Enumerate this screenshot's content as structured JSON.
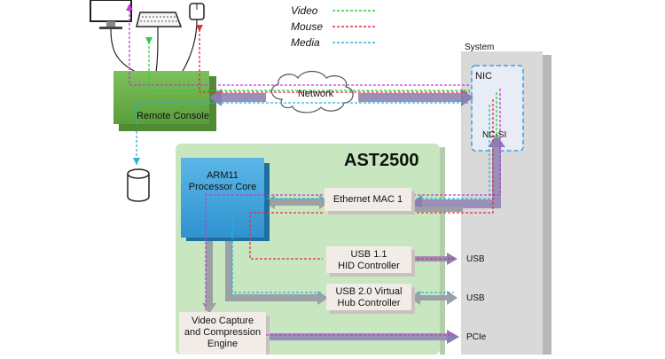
{
  "legend": [
    {
      "label": "Video",
      "color": "#2ecc40"
    },
    {
      "label": "Mouse",
      "color": "#e0303a"
    },
    {
      "label": "Media",
      "color": "#26b5d9"
    }
  ],
  "labels": {
    "system": "System",
    "nic": "NIC",
    "ncsi": "NC-SI",
    "network": "Network",
    "remote_console": "Remote Console",
    "chip": "AST2500",
    "cpu": "ARM11\nProcessor Core",
    "eth_mac": "Ethernet MAC 1",
    "usb11": "USB 1.1\nHID Controller",
    "usb20": "USB 2.0 Virtual\nHub Controller",
    "video_engine": "Video Capture\nand Compression\nEngine",
    "port_usb1": "USB",
    "port_usb2": "USB",
    "port_pcie": "PCIe"
  },
  "colors": {
    "chip_bg": "#c8e6bf",
    "remote_console": "#6bb14a",
    "cpu": "#3aa3de",
    "system_bg": "#d6d6d6",
    "nic_border": "#3aa3de",
    "bus": "#9a8fb8"
  }
}
